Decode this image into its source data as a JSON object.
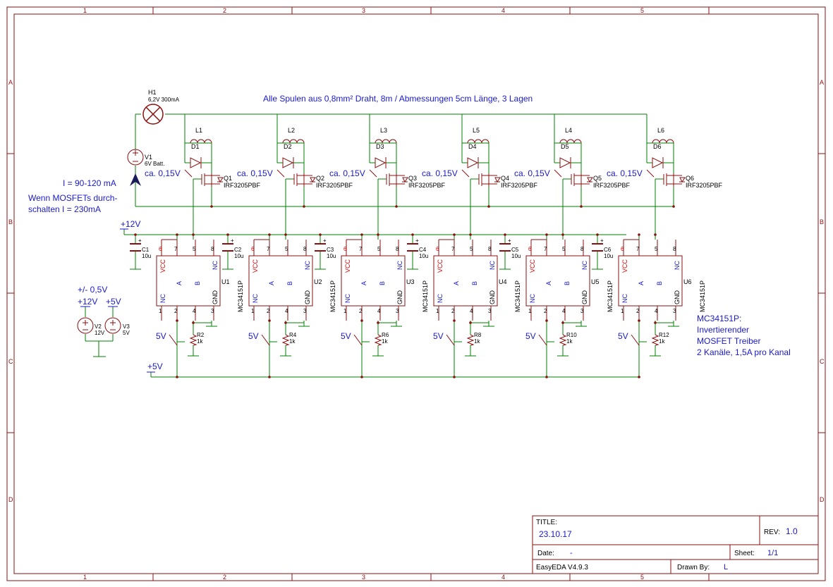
{
  "frame": {
    "col_labels": [
      "1",
      "2",
      "3",
      "4",
      "5"
    ],
    "row_labels": [
      "A",
      "B",
      "C",
      "D"
    ]
  },
  "notes": {
    "coils": "Alle Spulen aus 0,8mm² Draht, 8m / Abmessungen 5cm Länge, 3 Lagen",
    "current": "I = 90-120 mA",
    "mosfet_line1": "Wenn MOSFETs durch-",
    "mosfet_line2": "schalten I = 230mA",
    "tolerance": "+/- 0,5V",
    "driver_line1": "MC34151P:",
    "driver_line2": "Invertierender",
    "driver_line3": "MOSFET Treiber",
    "driver_line4": "2 Kanäle, 1,5A pro Kanal"
  },
  "lamp": {
    "ref": "H1",
    "value": "6,2V 300mA"
  },
  "battery": {
    "ref": "V1",
    "value": "6V Batt."
  },
  "supplies": {
    "v2_ref": "V2",
    "v2_value": "12V",
    "v2_net": "+12V",
    "v3_ref": "V3",
    "v3_value": "5V",
    "v3_net": "+5V"
  },
  "nets": {
    "p12": "+12V",
    "p5": "+5V"
  },
  "channels": [
    {
      "coil": "L1",
      "diode": "D1",
      "fet": "Q1",
      "fet_part": "IRF3205PBF",
      "drop": "ca. 0,15V",
      "cap": "C1",
      "cap_value": "10u",
      "ic": "U1",
      "ic_part": "MC34151P",
      "res": "R2",
      "res_value": "1k",
      "sw": "5V"
    },
    {
      "coil": "L2",
      "diode": "D2",
      "fet": "Q2",
      "fet_part": "IRF3205PBF",
      "drop": "ca. 0,15V",
      "cap": "C2",
      "cap_value": "10u",
      "ic": "U2",
      "ic_part": "MC34151P",
      "res": "R4",
      "res_value": "1k",
      "sw": "5V"
    },
    {
      "coil": "L3",
      "diode": "D3",
      "fet": "Q3",
      "fet_part": "IRF3205PBF",
      "drop": "ca. 0,15V",
      "cap": "C3",
      "cap_value": "10u",
      "ic": "U3",
      "ic_part": "MC34151P",
      "res": "R6",
      "res_value": "1k",
      "sw": "5V"
    },
    {
      "coil": "L5",
      "diode": "D4",
      "fet": "Q4",
      "fet_part": "IRF3205PBF",
      "drop": "ca. 0,15V",
      "cap": "C4",
      "cap_value": "10u",
      "ic": "U4",
      "ic_part": "MC34151P",
      "res": "R8",
      "res_value": "1k",
      "sw": "5V"
    },
    {
      "coil": "L4",
      "diode": "D5",
      "fet": "Q5",
      "fet_part": "IRF3205PBF",
      "drop": "ca. 0,15V",
      "cap": "C5",
      "cap_value": "10u",
      "ic": "U5",
      "ic_part": "MC34151P",
      "res": "R10",
      "res_value": "1k",
      "sw": "5V"
    },
    {
      "coil": "L6",
      "diode": "D6",
      "fet": "Q6",
      "fet_part": "IRF3205PBF",
      "drop": "ca. 0,15V",
      "cap": "C6",
      "cap_value": "10u",
      "ic": "U6",
      "ic_part": "MC34151P",
      "res": "R12",
      "res_value": "1k",
      "sw": "5V"
    }
  ],
  "ic_pins": {
    "p1": "1",
    "p2": "2",
    "p3": "3",
    "p4": "4",
    "p5": "5",
    "p6": "6",
    "p7": "7",
    "p8": "8",
    "vcc": "VCC",
    "nc": "NC",
    "a": "A",
    "b": "B",
    "gnd": "GND"
  },
  "titleblock": {
    "title_label": "TITLE:",
    "title": "23.10.17",
    "rev_label": "REV:",
    "rev": "1.0",
    "date_label": "Date:",
    "date": "-",
    "sheet_label": "Sheet:",
    "sheet": "1/1",
    "tool": "EasyEDA V4.9.3",
    "drawn_label": "Drawn By:",
    "drawn": "L"
  },
  "colors": {
    "wire": "#008000",
    "part": "#8a1010",
    "label": "#1a1acc",
    "pin": "#e00000"
  }
}
